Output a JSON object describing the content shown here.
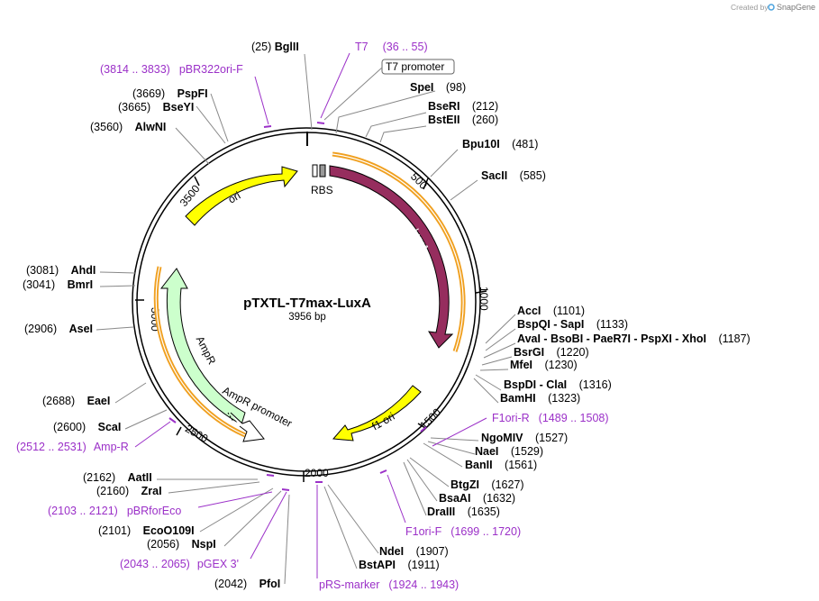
{
  "credit": {
    "prefix": "Created by",
    "brand": "SnapGene"
  },
  "plasmid": {
    "name": "pTXTL-T7max-LuxA",
    "size": "3956 bp"
  },
  "ticks": [
    "500",
    "1000",
    "1500",
    "2000",
    "2500",
    "3000",
    "3500"
  ],
  "features": {
    "luxa": "LuxA",
    "rbs": "RBS",
    "f1ori": "f1 ori",
    "ampr": "AmpR",
    "ampr_promoter": "AmpR promoter",
    "ori": "ori",
    "t7_promoter": "T7 promoter"
  },
  "enzymes": [
    {
      "name": "BglII",
      "pos": "(25)"
    },
    {
      "name": "SpeI",
      "pos": "(98)"
    },
    {
      "name": "BseRI",
      "pos": "(212)"
    },
    {
      "name": "BstEII",
      "pos": "(260)"
    },
    {
      "name": "Bpu10I",
      "pos": "(481)"
    },
    {
      "name": "SacII",
      "pos": "(585)"
    },
    {
      "name": "AccI",
      "pos": "(1101)"
    },
    {
      "name": "BspQI - SapI",
      "pos": "(1133)"
    },
    {
      "name": "AvaI - BsoBI - PaeR7I - PspXI - XhoI",
      "pos": "(1187)"
    },
    {
      "name": "BsrGI",
      "pos": "(1220)"
    },
    {
      "name": "MfeI",
      "pos": "(1230)"
    },
    {
      "name": "BspDI - ClaI",
      "pos": "(1316)"
    },
    {
      "name": "BamHI",
      "pos": "(1323)"
    },
    {
      "name": "NgoMIV",
      "pos": "(1527)"
    },
    {
      "name": "NaeI",
      "pos": "(1529)"
    },
    {
      "name": "BanII",
      "pos": "(1561)"
    },
    {
      "name": "BtgZI",
      "pos": "(1627)"
    },
    {
      "name": "BsaAI",
      "pos": "(1632)"
    },
    {
      "name": "DraIII",
      "pos": "(1635)"
    },
    {
      "name": "NdeI",
      "pos": "(1907)"
    },
    {
      "name": "BstAPI",
      "pos": "(1911)"
    },
    {
      "name": "PfoI",
      "pos": "(2042)"
    },
    {
      "name": "NspI",
      "pos": "(2056)"
    },
    {
      "name": "EcoO109I",
      "pos": "(2101)"
    },
    {
      "name": "ZraI",
      "pos": "(2160)"
    },
    {
      "name": "AatII",
      "pos": "(2162)"
    },
    {
      "name": "ScaI",
      "pos": "(2600)"
    },
    {
      "name": "EaeI",
      "pos": "(2688)"
    },
    {
      "name": "AseI",
      "pos": "(2906)"
    },
    {
      "name": "BmrI",
      "pos": "(3041)"
    },
    {
      "name": "AhdI",
      "pos": "(3081)"
    },
    {
      "name": "AlwNI",
      "pos": "(3560)"
    },
    {
      "name": "BseYI",
      "pos": "(3665)"
    },
    {
      "name": "PspFI",
      "pos": "(3669)"
    }
  ],
  "primers": [
    {
      "name": "T7",
      "range": "(36 .. 55)"
    },
    {
      "name": "pBR322ori-F",
      "range": "(3814 .. 3833)"
    },
    {
      "name": "F1ori-R",
      "range": "(1489 .. 1508)"
    },
    {
      "name": "F1ori-F",
      "range": "(1699 .. 1720)"
    },
    {
      "name": "pRS-marker",
      "range": "(1924 .. 1943)"
    },
    {
      "name": "pGEX 3'",
      "range": "(2043 .. 2065)"
    },
    {
      "name": "pBRforEco",
      "range": "(2103 .. 2121)"
    },
    {
      "name": "Amp-R",
      "range": "(2512 .. 2531)"
    }
  ],
  "colors": {
    "luxa": "#962d5e",
    "yellow": "#ffff00",
    "ampr": "#ccffcc",
    "orange": "#f0a020",
    "primer": "#9b30c8",
    "backbone": "#000000"
  }
}
